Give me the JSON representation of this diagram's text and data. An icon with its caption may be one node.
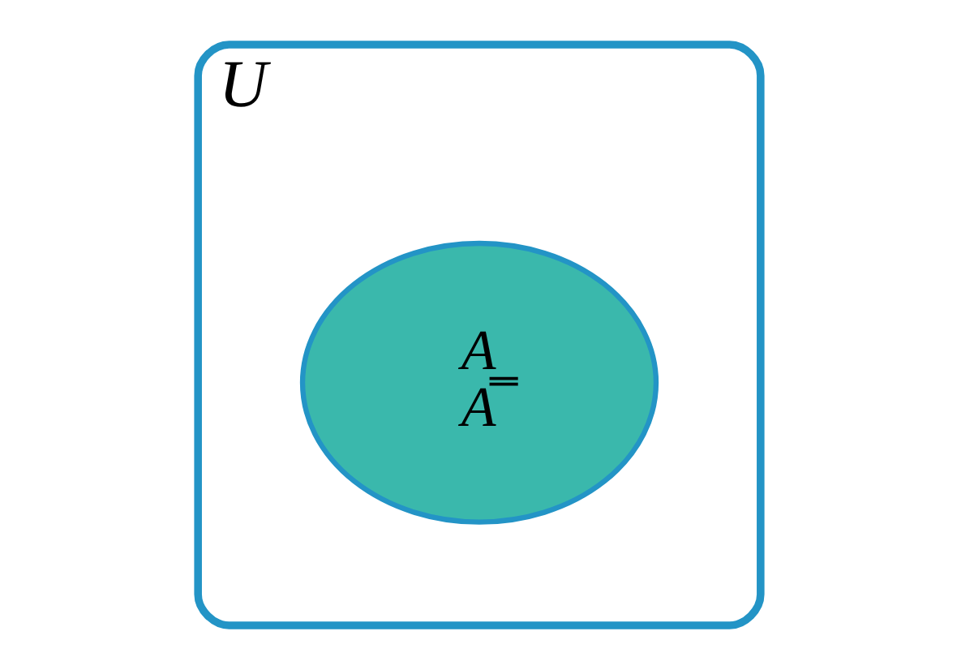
{
  "diagram": {
    "nodes": [
      {
        "text": [
          "U"
        ]
      },
      {
        "text": [
          "A",
          "A̿"
        ],
        "in": 0
      }
    ],
    "edges": []
  }
}
